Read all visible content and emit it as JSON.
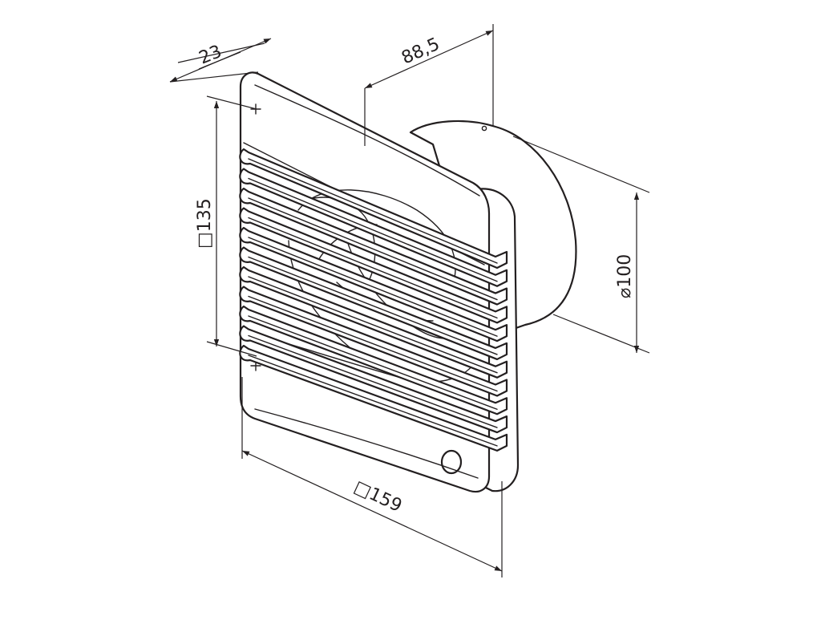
{
  "dimensions": {
    "depth": "23",
    "protrusion": "88,5",
    "grille_height": "□135",
    "duct_diameter": "⌀100",
    "frame_width": "□159"
  },
  "colors": {
    "line": "#231f20",
    "background": "#ffffff"
  }
}
